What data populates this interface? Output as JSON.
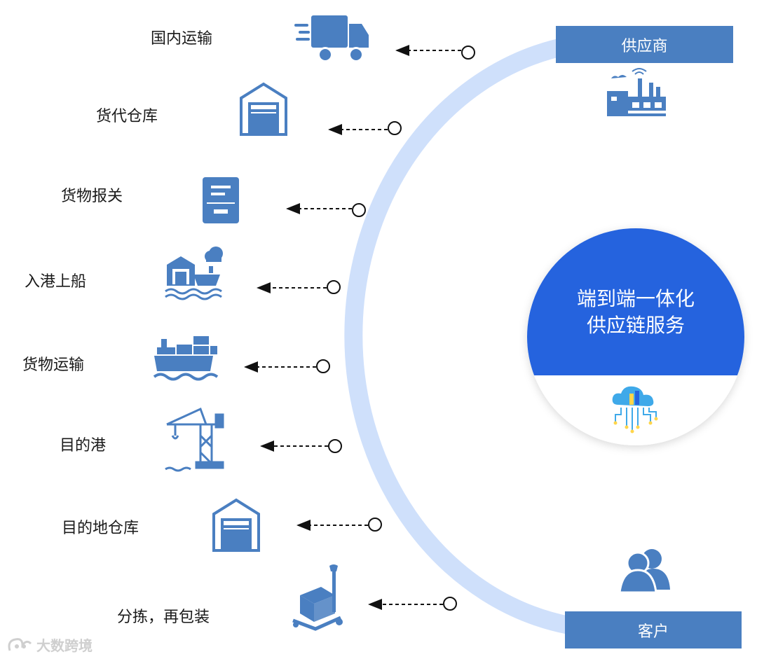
{
  "hub": {
    "title_line1": "端到端一体化",
    "title_line2": "供应链服务",
    "icon": "cloud-network-icon"
  },
  "endpoints": {
    "supplier": {
      "label": "供应商",
      "icon": "factory-icon"
    },
    "customer": {
      "label": "客户",
      "icon": "users-icon"
    }
  },
  "steps": [
    {
      "label": "国内运输",
      "icon": "delivery-truck-icon"
    },
    {
      "label": "货代仓库",
      "icon": "warehouse-icon"
    },
    {
      "label": "货物报关",
      "icon": "file-cabinet-icon"
    },
    {
      "label": "入港上船",
      "icon": "port-loading-icon"
    },
    {
      "label": "货物运输",
      "icon": "cargo-ship-icon"
    },
    {
      "label": "目的港",
      "icon": "port-crane-icon"
    },
    {
      "label": "目的地仓库",
      "icon": "warehouse-icon"
    },
    {
      "label": "分拣，再包装",
      "icon": "pallet-jack-icon"
    }
  ],
  "colors": {
    "arc": "#cfe0fb",
    "accent_blue": "#2563de",
    "icon_blue": "#4a7fc1",
    "bar_blue": "#4a7fc1"
  },
  "watermark": "大数跨境"
}
